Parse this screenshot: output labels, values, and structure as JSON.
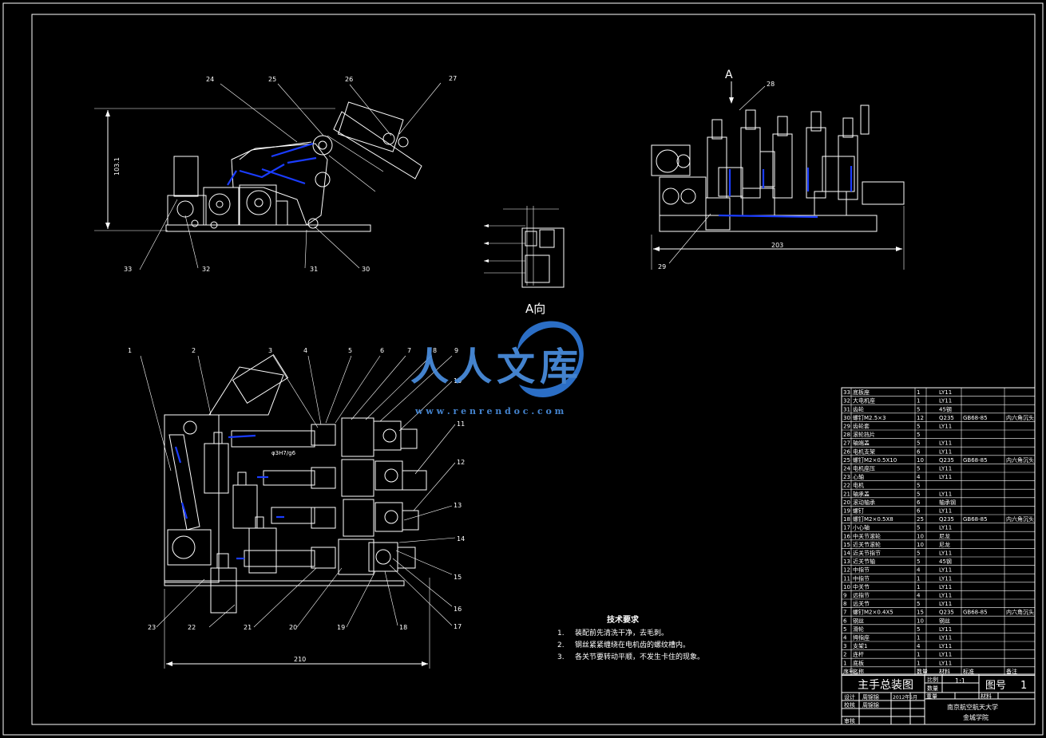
{
  "drawing": {
    "callouts_top_left": [
      "24",
      "25",
      "26",
      "27",
      "33",
      "32",
      "31",
      "30"
    ],
    "callouts_top_right": [
      "28",
      "29"
    ],
    "callouts_bottom_top": [
      "1",
      "2",
      "3",
      "4",
      "5",
      "6",
      "7",
      "8",
      "9"
    ],
    "callouts_bottom_right": [
      "10",
      "11",
      "12",
      "13",
      "14",
      "15",
      "16",
      "17"
    ],
    "callouts_bottom_bottom": [
      "23",
      "22",
      "21",
      "20",
      "19",
      "18"
    ],
    "dim_height": "103.1",
    "dim_width_right": "203",
    "dim_width_bottom": "210",
    "view_label_a": "A",
    "view_label_a_dir": "A向",
    "fit_label_bore": "φ3H7/g6",
    "tech_title": "技术要求",
    "tech_items": [
      {
        "num": "1.",
        "text": "装配前先清洗干净，去毛刺。"
      },
      {
        "num": "2.",
        "text": "钢丝紧紧缠绕在电机齿的螺纹槽内。"
      },
      {
        "num": "3.",
        "text": "各关节要转动平顺，不发生卡住的现象。"
      }
    ]
  },
  "parts_list": {
    "rows": [
      {
        "no": "33",
        "name": "底板座",
        "qty": "1",
        "mat": "LY11",
        "std": "",
        "note": ""
      },
      {
        "no": "32",
        "name": "大电机座",
        "qty": "1",
        "mat": "LY11",
        "std": "",
        "note": ""
      },
      {
        "no": "31",
        "name": "齿轮",
        "qty": "5",
        "mat": "45钢",
        "std": "",
        "note": ""
      },
      {
        "no": "30",
        "name": "螺钉M2.5×3",
        "qty": "12",
        "mat": "Q235",
        "std": "GB68-85",
        "note": "内六角沉头"
      },
      {
        "no": "29",
        "name": "齿轮套",
        "qty": "5",
        "mat": "LY11",
        "std": "",
        "note": ""
      },
      {
        "no": "28",
        "name": "滚轮挡片",
        "qty": "5",
        "mat": "",
        "std": "",
        "note": ""
      },
      {
        "no": "27",
        "name": "轴端盖",
        "qty": "5",
        "mat": "LY11",
        "std": "",
        "note": ""
      },
      {
        "no": "26",
        "name": "电机支架",
        "qty": "6",
        "mat": "LY11",
        "std": "",
        "note": ""
      },
      {
        "no": "25",
        "name": "螺钉M2×0.5X10",
        "qty": "10",
        "mat": "Q235",
        "std": "GB68-85",
        "note": "内六角沉头"
      },
      {
        "no": "24",
        "name": "电机座压",
        "qty": "5",
        "mat": "LY11",
        "std": "",
        "note": ""
      },
      {
        "no": "23",
        "name": "心轴",
        "qty": "4",
        "mat": "LY11",
        "std": "",
        "note": ""
      },
      {
        "no": "22",
        "name": "电机",
        "qty": "5",
        "mat": "",
        "std": "",
        "note": ""
      },
      {
        "no": "21",
        "name": "轴承盖",
        "qty": "5",
        "mat": "LY11",
        "std": "",
        "note": ""
      },
      {
        "no": "20",
        "name": "滚动轴承",
        "qty": "6",
        "mat": "轴承钢",
        "std": "",
        "note": ""
      },
      {
        "no": "19",
        "name": "螺钉",
        "qty": "6",
        "mat": "LY11",
        "std": "",
        "note": ""
      },
      {
        "no": "18",
        "name": "螺钉M2×0.5X8",
        "qty": "25",
        "mat": "Q235",
        "std": "GB68-85",
        "note": "内六角沉头"
      },
      {
        "no": "17",
        "name": "小心轴",
        "qty": "5",
        "mat": "LY11",
        "std": "",
        "note": ""
      },
      {
        "no": "16",
        "name": "中关节滚轮",
        "qty": "10",
        "mat": "尼龙",
        "std": "",
        "note": ""
      },
      {
        "no": "15",
        "name": "近关节滚轮",
        "qty": "10",
        "mat": "尼龙",
        "std": "",
        "note": ""
      },
      {
        "no": "14",
        "name": "近关节指节",
        "qty": "5",
        "mat": "LY11",
        "std": "",
        "note": ""
      },
      {
        "no": "13",
        "name": "近关节轴",
        "qty": "5",
        "mat": "45钢",
        "std": "",
        "note": ""
      },
      {
        "no": "12",
        "name": "中指节",
        "qty": "4",
        "mat": "LY11",
        "std": "",
        "note": ""
      },
      {
        "no": "11",
        "name": "中指节",
        "qty": "1",
        "mat": "LY11",
        "std": "",
        "note": ""
      },
      {
        "no": "10",
        "name": "中关节",
        "qty": "1",
        "mat": "LY11",
        "std": "",
        "note": ""
      },
      {
        "no": "9",
        "name": "远指节",
        "qty": "4",
        "mat": "LY11",
        "std": "",
        "note": ""
      },
      {
        "no": "8",
        "name": "远关节",
        "qty": "5",
        "mat": "LY11",
        "std": "",
        "note": ""
      },
      {
        "no": "7",
        "name": "螺钉M2×0.4X5",
        "qty": "15",
        "mat": "Q235",
        "std": "GB68-85",
        "note": "内六角沉头"
      },
      {
        "no": "6",
        "name": "钢丝",
        "qty": "10",
        "mat": "钢丝",
        "std": "",
        "note": ""
      },
      {
        "no": "5",
        "name": "滑轮",
        "qty": "5",
        "mat": "LY11",
        "std": "",
        "note": ""
      },
      {
        "no": "4",
        "name": "拇指座",
        "qty": "1",
        "mat": "LY11",
        "std": "",
        "note": ""
      },
      {
        "no": "3",
        "name": "支架1",
        "qty": "4",
        "mat": "LY11",
        "std": "",
        "note": ""
      },
      {
        "no": "2",
        "name": "连杆",
        "qty": "1",
        "mat": "LY11",
        "std": "",
        "note": ""
      },
      {
        "no": "1",
        "name": "底板",
        "qty": "1",
        "mat": "LY11",
        "std": "",
        "note": ""
      }
    ],
    "header": {
      "no": "序号",
      "name": "名称",
      "qty": "数量",
      "mat": "材料",
      "std": "标准",
      "note": "备注"
    }
  },
  "title_block": {
    "title": "主手总装图",
    "scale_label": "比例",
    "scale_value": "1:1",
    "qty_label": "数量",
    "drawing_no_label": "图号",
    "drawing_no": "1",
    "weight_label": "重量",
    "material_label": "材料",
    "designer_label": "设计",
    "designer": "周锦锦",
    "date": "2012年5月",
    "checker_label": "校核",
    "checker": "周锦锦",
    "approver_label": "审核",
    "school": "南京航空航天大学",
    "college": "金城学院"
  },
  "watermark": {
    "text": "人人文库",
    "url": "w w w . r e n r e n d o c . c o m",
    "colors": {
      "blue": "#2f78d6",
      "light": "#4a8fe0"
    }
  }
}
